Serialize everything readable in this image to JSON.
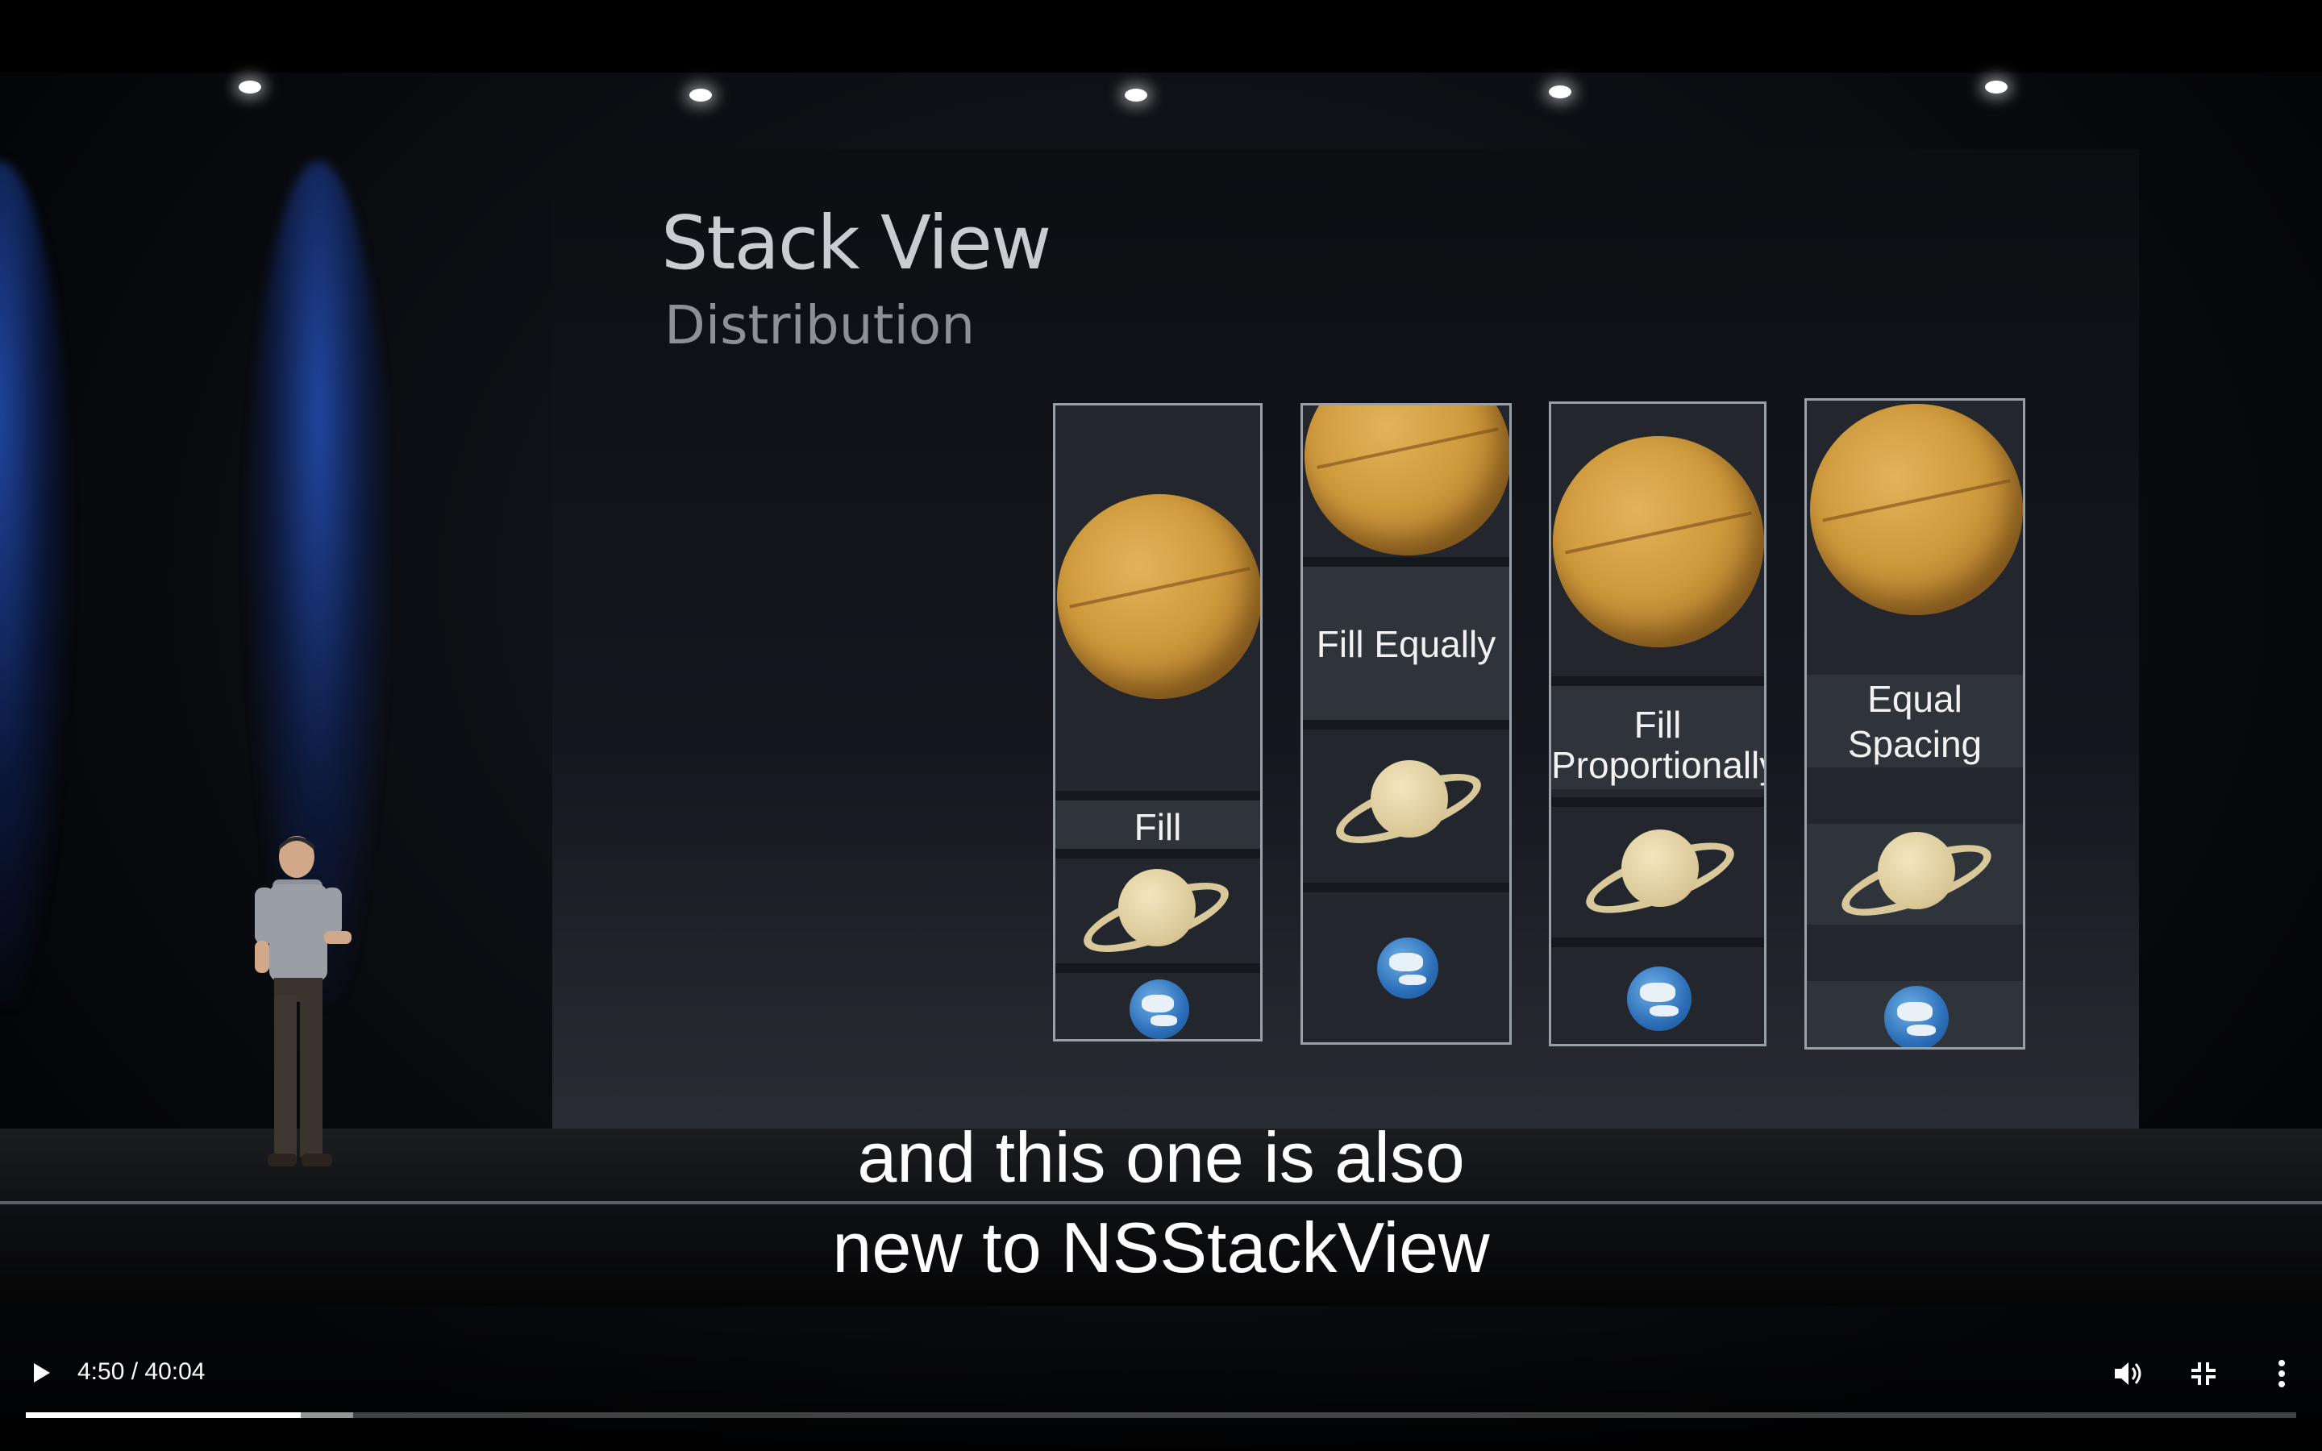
{
  "slide": {
    "title": "Stack View",
    "subtitle": "Distribution",
    "columns": [
      {
        "label": "Fill"
      },
      {
        "label": "Fill Equally"
      },
      {
        "label_line1": "Fill",
        "label_line2": "Proportionally"
      },
      {
        "label_line1": "Equal",
        "label_line2": "Spacing"
      }
    ]
  },
  "caption": {
    "line1": "and this one is also",
    "line2": "new to NSStackView"
  },
  "player": {
    "current_time": "4:50",
    "duration": "40:04",
    "time_display": "4:50 / 40:04",
    "progress_fraction": 0.121,
    "buffered_fraction": 0.144,
    "icons": {
      "play": "play-icon",
      "volume": "volume-icon",
      "exit_fullscreen": "exit-fullscreen-icon",
      "more": "more-vert-icon"
    }
  }
}
